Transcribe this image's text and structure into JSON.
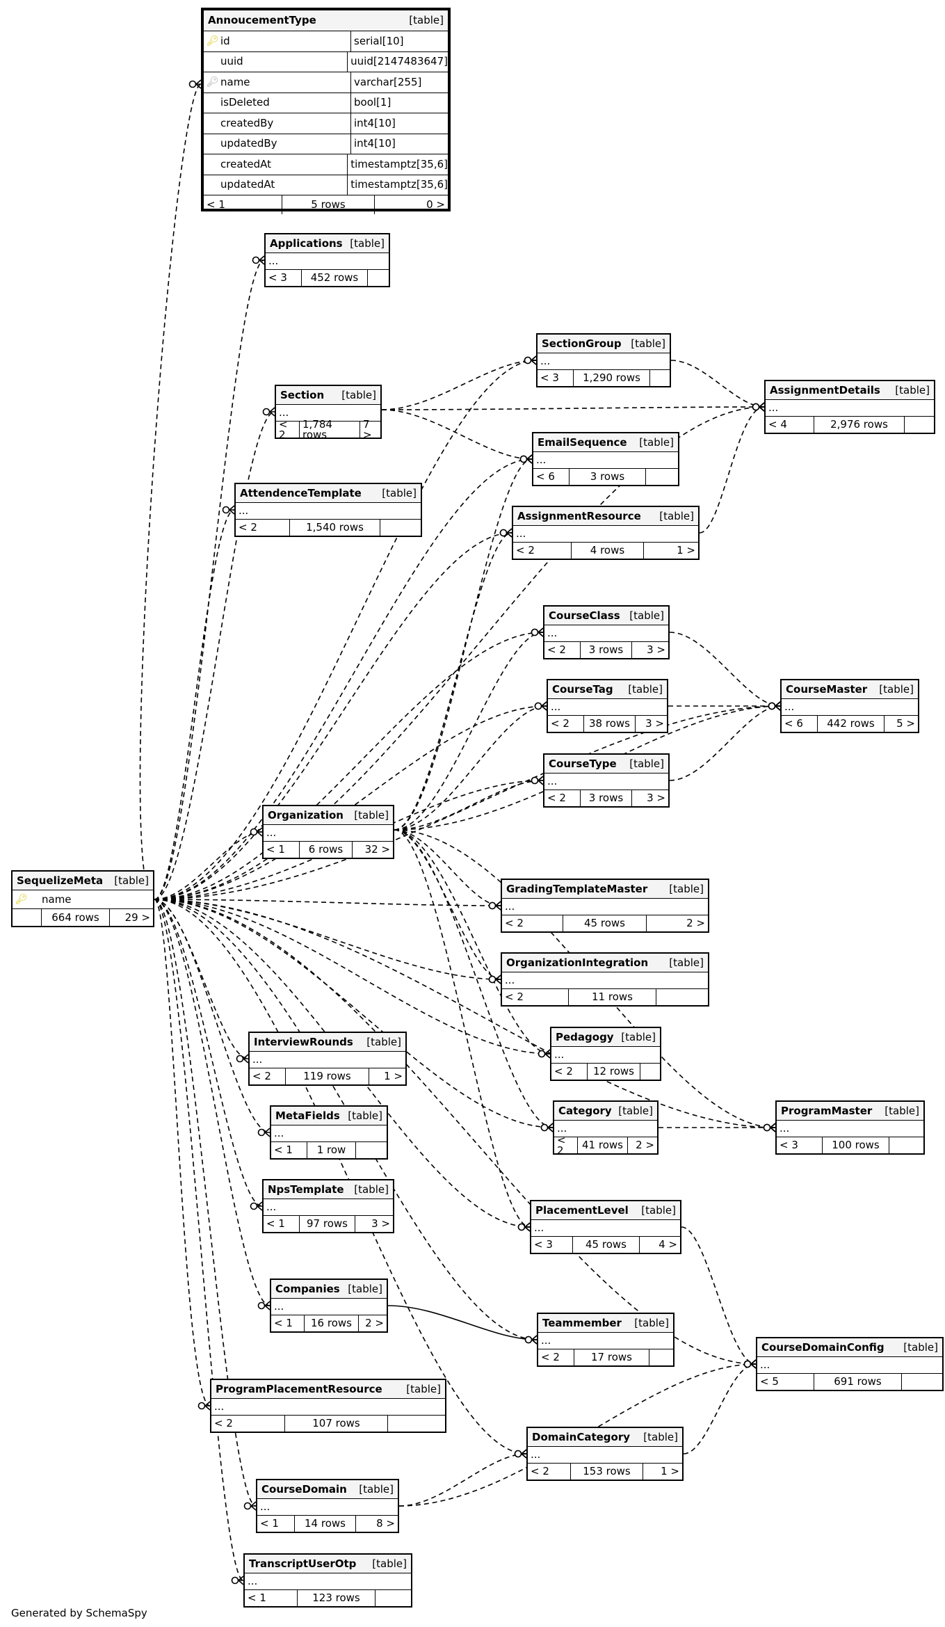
{
  "footer_text": "Generated by SchemaSpy",
  "table_type_label": "[table]",
  "ellipsis": "...",
  "colors": {
    "line": "#000000",
    "header_bg": "#f4f4f4",
    "pk_key": "#d4c400",
    "index_key": "#9e9e9e"
  },
  "tables": {
    "AnnoucementType": {
      "name": "AnnoucementType",
      "columns": [
        {
          "name": "id",
          "type": "serial[10]",
          "icon": "primary-key-icon"
        },
        {
          "name": "uuid",
          "type": "uuid[2147483647]",
          "icon": ""
        },
        {
          "name": "name",
          "type": "varchar[255]",
          "icon": "index-key-icon"
        },
        {
          "name": "isDeleted",
          "type": "bool[1]",
          "icon": ""
        },
        {
          "name": "createdBy",
          "type": "int4[10]",
          "icon": ""
        },
        {
          "name": "updatedBy",
          "type": "int4[10]",
          "icon": ""
        },
        {
          "name": "createdAt",
          "type": "timestamptz[35,6]",
          "icon": ""
        },
        {
          "name": "updatedAt",
          "type": "timestamptz[35,6]",
          "icon": ""
        }
      ],
      "footer": [
        "< 1",
        "5 rows",
        "0 >"
      ]
    },
    "SequelizeMeta": {
      "name": "SequelizeMeta",
      "columns": [
        {
          "name": "name",
          "icon": "primary-key-icon"
        }
      ],
      "footer": [
        "",
        "664 rows",
        "29 >"
      ]
    },
    "Applications": {
      "name": "Applications",
      "footer": [
        "< 3",
        "452 rows",
        ""
      ]
    },
    "SectionGroup": {
      "name": "SectionGroup",
      "footer": [
        "< 3",
        "1,290 rows",
        ""
      ]
    },
    "Section": {
      "name": "Section",
      "footer": [
        "< 2",
        "1,784 rows",
        "7 >"
      ]
    },
    "AssignmentDetails": {
      "name": "AssignmentDetails",
      "footer": [
        "< 4",
        "2,976 rows",
        ""
      ]
    },
    "EmailSequence": {
      "name": "EmailSequence",
      "footer": [
        "< 6",
        "3 rows",
        ""
      ]
    },
    "AttendenceTemplate": {
      "name": "AttendenceTemplate",
      "footer": [
        "< 2",
        "1,540 rows",
        ""
      ]
    },
    "AssignmentResource": {
      "name": "AssignmentResource",
      "footer": [
        "< 2",
        "4 rows",
        "1 >"
      ]
    },
    "CourseClass": {
      "name": "CourseClass",
      "footer": [
        "< 2",
        "3 rows",
        "3 >"
      ]
    },
    "CourseTag": {
      "name": "CourseTag",
      "footer": [
        "< 2",
        "38 rows",
        "3 >"
      ]
    },
    "CourseMaster": {
      "name": "CourseMaster",
      "footer": [
        "< 6",
        "442 rows",
        "5 >"
      ]
    },
    "CourseType": {
      "name": "CourseType",
      "footer": [
        "< 2",
        "3 rows",
        "3 >"
      ]
    },
    "Organization": {
      "name": "Organization",
      "footer": [
        "< 1",
        "6 rows",
        "32 >"
      ]
    },
    "GradingTemplateMaster": {
      "name": "GradingTemplateMaster",
      "footer": [
        "< 2",
        "45 rows",
        "2 >"
      ]
    },
    "OrganizationIntegration": {
      "name": "OrganizationIntegration",
      "footer": [
        "< 2",
        "11 rows",
        ""
      ]
    },
    "InterviewRounds": {
      "name": "InterviewRounds",
      "footer": [
        "< 2",
        "119 rows",
        "1 >"
      ]
    },
    "Pedagogy": {
      "name": "Pedagogy",
      "footer": [
        "< 2",
        "12 rows",
        ""
      ]
    },
    "MetaFields": {
      "name": "MetaFields",
      "footer": [
        "< 1",
        "1 row",
        ""
      ]
    },
    "Category": {
      "name": "Category",
      "footer": [
        "< 2",
        "41 rows",
        "2 >"
      ]
    },
    "ProgramMaster": {
      "name": "ProgramMaster",
      "footer": [
        "< 3",
        "100 rows",
        ""
      ]
    },
    "NpsTemplate": {
      "name": "NpsTemplate",
      "footer": [
        "< 1",
        "97 rows",
        "3 >"
      ]
    },
    "PlacementLevel": {
      "name": "PlacementLevel",
      "footer": [
        "< 3",
        "45 rows",
        "4 >"
      ]
    },
    "Companies": {
      "name": "Companies",
      "footer": [
        "< 1",
        "16 rows",
        "2 >"
      ]
    },
    "Teammember": {
      "name": "Teammember",
      "footer": [
        "< 2",
        "17 rows",
        ""
      ]
    },
    "CourseDomainConfig": {
      "name": "CourseDomainConfig",
      "footer": [
        "< 5",
        "691 rows",
        ""
      ]
    },
    "ProgramPlacementResource": {
      "name": "ProgramPlacementResource",
      "footer": [
        "< 2",
        "107 rows",
        ""
      ]
    },
    "DomainCategory": {
      "name": "DomainCategory",
      "footer": [
        "< 2",
        "153 rows",
        "1 >"
      ]
    },
    "CourseDomain": {
      "name": "CourseDomain",
      "footer": [
        "< 1",
        "14 rows",
        "8 >"
      ]
    },
    "TranscriptUserOtp": {
      "name": "TranscriptUserOtp",
      "footer": [
        "< 1",
        "123 rows",
        ""
      ]
    }
  }
}
